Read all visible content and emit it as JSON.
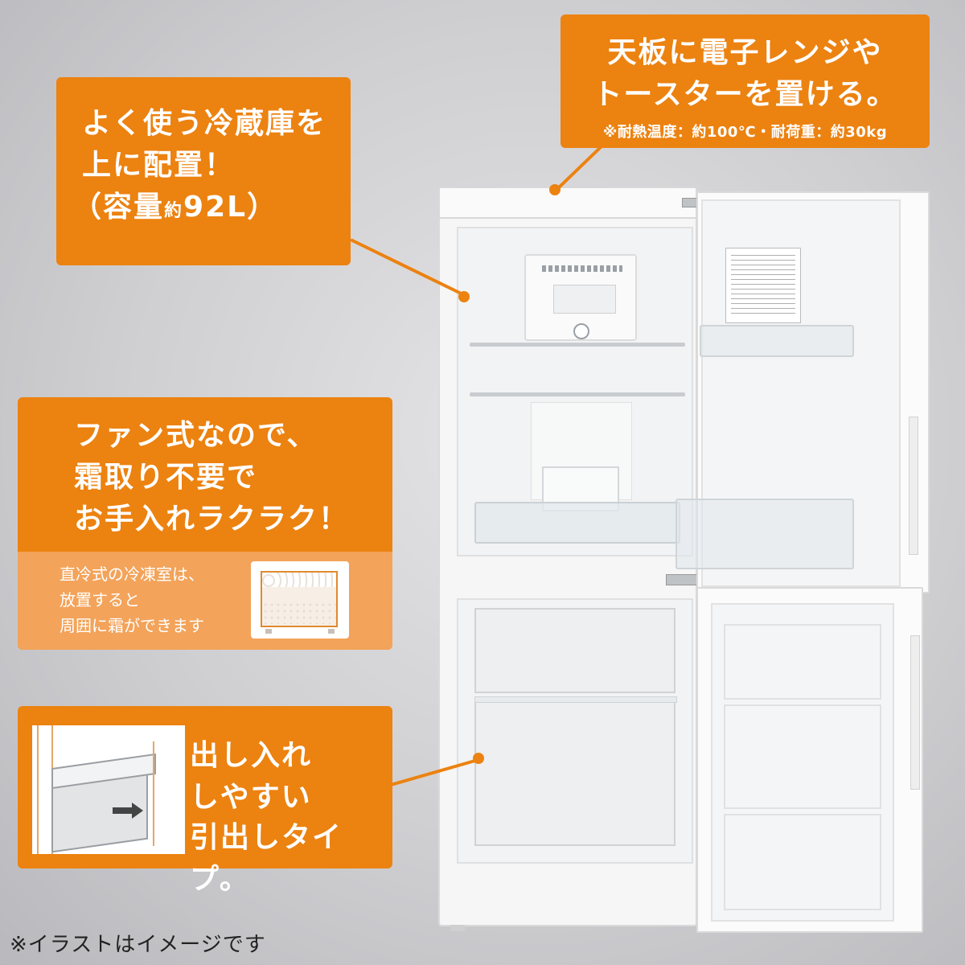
{
  "callouts": {
    "top_right": {
      "line1": "天板に電子レンジや",
      "line2": "トースターを置ける。",
      "note": "※耐熱温度：約100℃・耐荷重：約30kg"
    },
    "fridge": {
      "line1": "よく使う冷蔵庫を",
      "line2": "上に配置！",
      "capacity_open": "（容量",
      "capacity_approx": "約",
      "capacity_value": "92L）"
    },
    "fan": {
      "line1": "ファン式なので、",
      "line2": "霜取り不要で",
      "line3": "お手入れラクラク！",
      "sub1": "直冷式の冷凍室は、",
      "sub2": "放置すると",
      "sub3": "周囲に霜ができます"
    },
    "drawer": {
      "line1": "出し入れ",
      "line2": "しやすい",
      "line3": "引出しタイプ。"
    }
  },
  "footer": {
    "note": "※イラストはイメージです"
  },
  "colors": {
    "accent": "#ec8210",
    "accent_light": "#f3a35a",
    "background": "#d4d4d7"
  }
}
